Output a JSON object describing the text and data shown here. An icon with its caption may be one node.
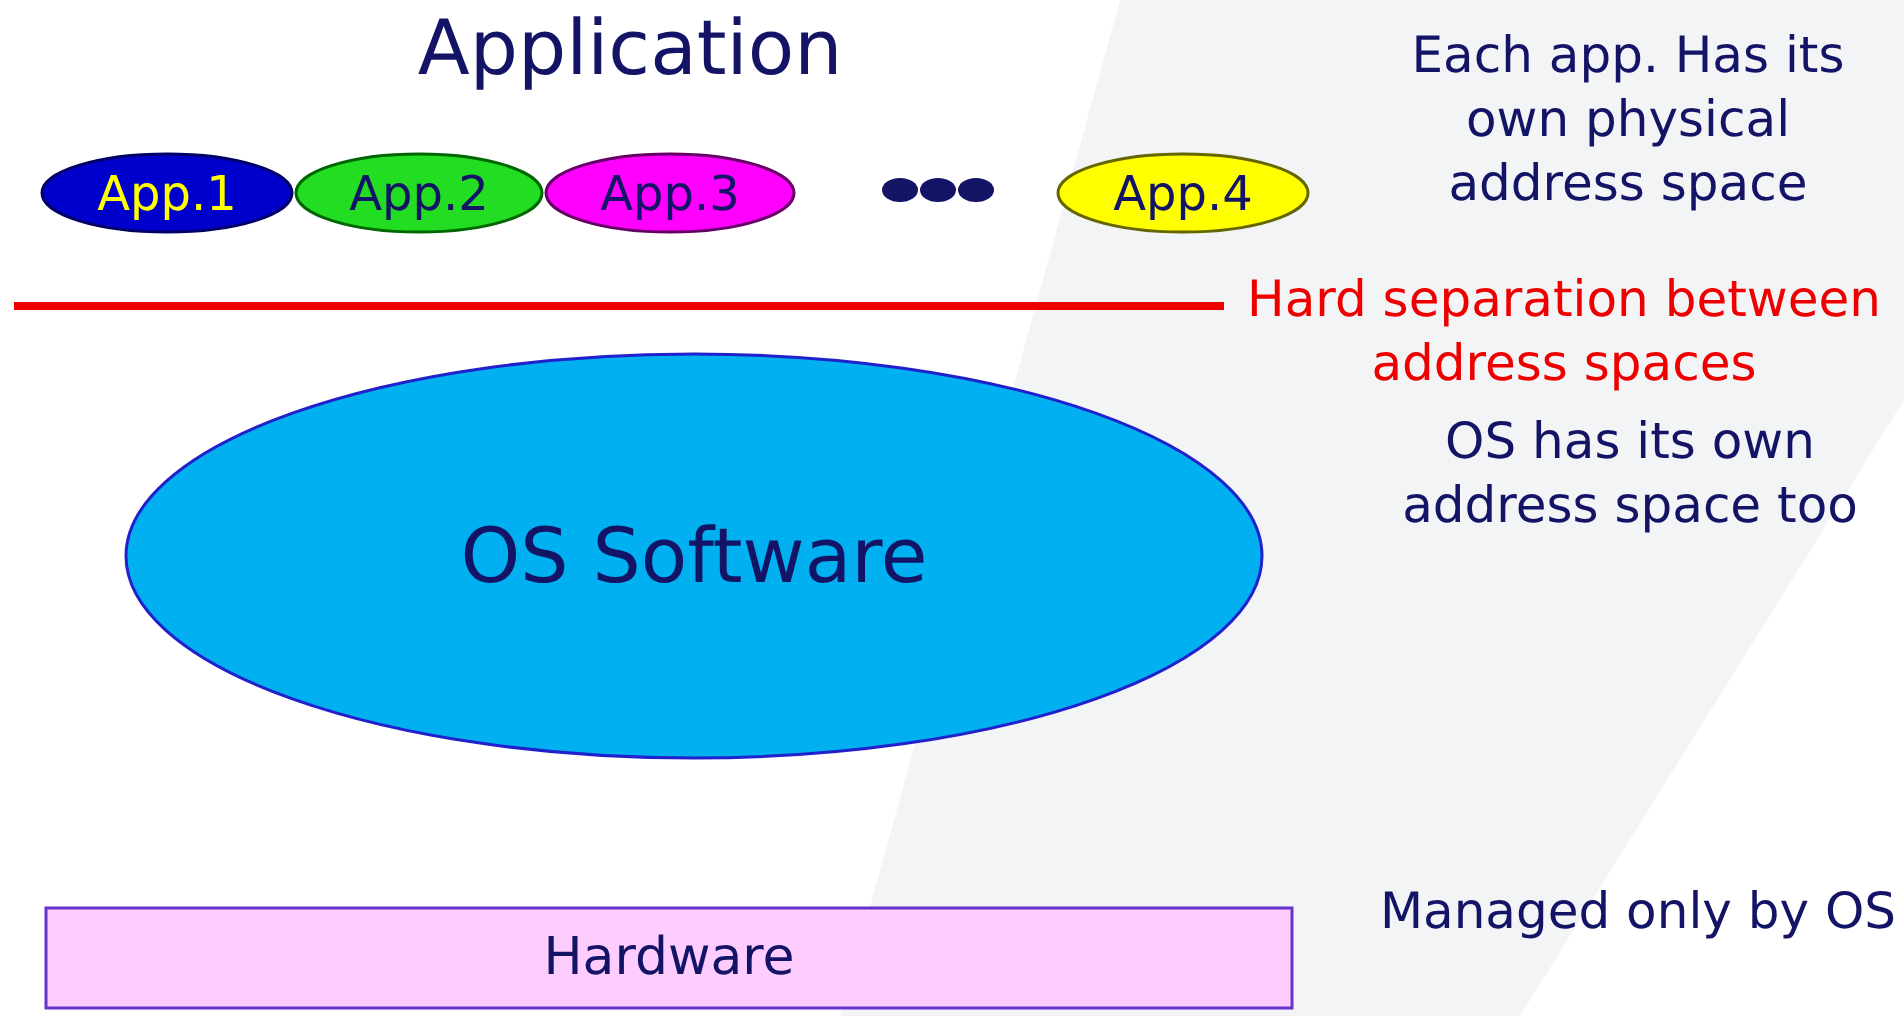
{
  "diagram": {
    "title": "Application",
    "nodes": [
      {
        "text": [
          "App.1"
        ]
      },
      {
        "text": [
          "App.2"
        ]
      },
      {
        "text": [
          "App.3"
        ]
      },
      {
        "text": [
          "App.4"
        ]
      },
      {
        "text": [
          "OS Software"
        ]
      },
      {
        "text": [
          "Hardware"
        ]
      }
    ],
    "labels": [
      "Each app. Has its own physical address space",
      "Hard separation between address spaces",
      "OS has its own address space too",
      "Managed only by OS"
    ]
  }
}
